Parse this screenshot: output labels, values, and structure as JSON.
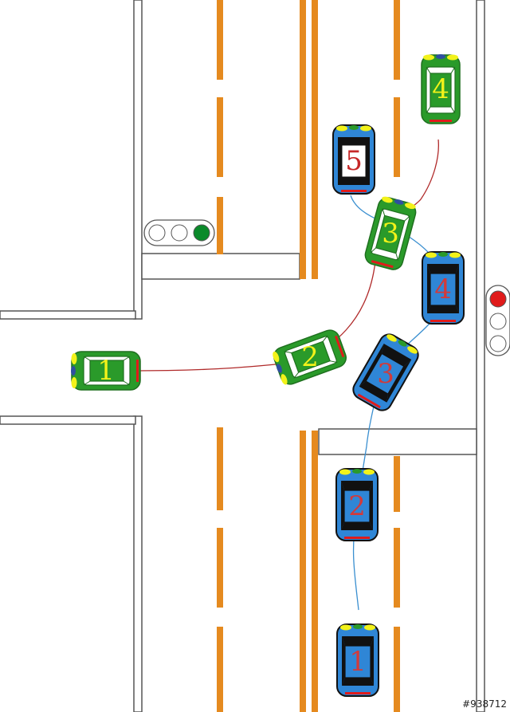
{
  "colors": {
    "lane_orange": "#e58a1f",
    "road_line": "#555555",
    "green_car": "#2a9a2a",
    "green_car_dark": "#1f6f1f",
    "blue_car": "#2f86d6",
    "blue_car_dark": "#111111",
    "green_label": "#f2f21a",
    "blue_label": "#d23a3a",
    "red_label": "#c62828",
    "path_red": "#b02a2a",
    "path_blue": "#3a8fd0",
    "light_red": "#e01b1b",
    "light_green": "#0a8a2a",
    "light_off": "#ffffff"
  },
  "traffic_lights": [
    {
      "name": "left-signal",
      "active": "green",
      "icon": "traffic-light-icon"
    },
    {
      "name": "right-signal",
      "active": "red",
      "icon": "traffic-light-icon"
    }
  ],
  "green_car_labels": [
    "1",
    "2",
    "3",
    "4"
  ],
  "blue_car_labels": [
    "1",
    "2",
    "3",
    "4"
  ],
  "white_car_label": "5",
  "watermark": "#938712"
}
